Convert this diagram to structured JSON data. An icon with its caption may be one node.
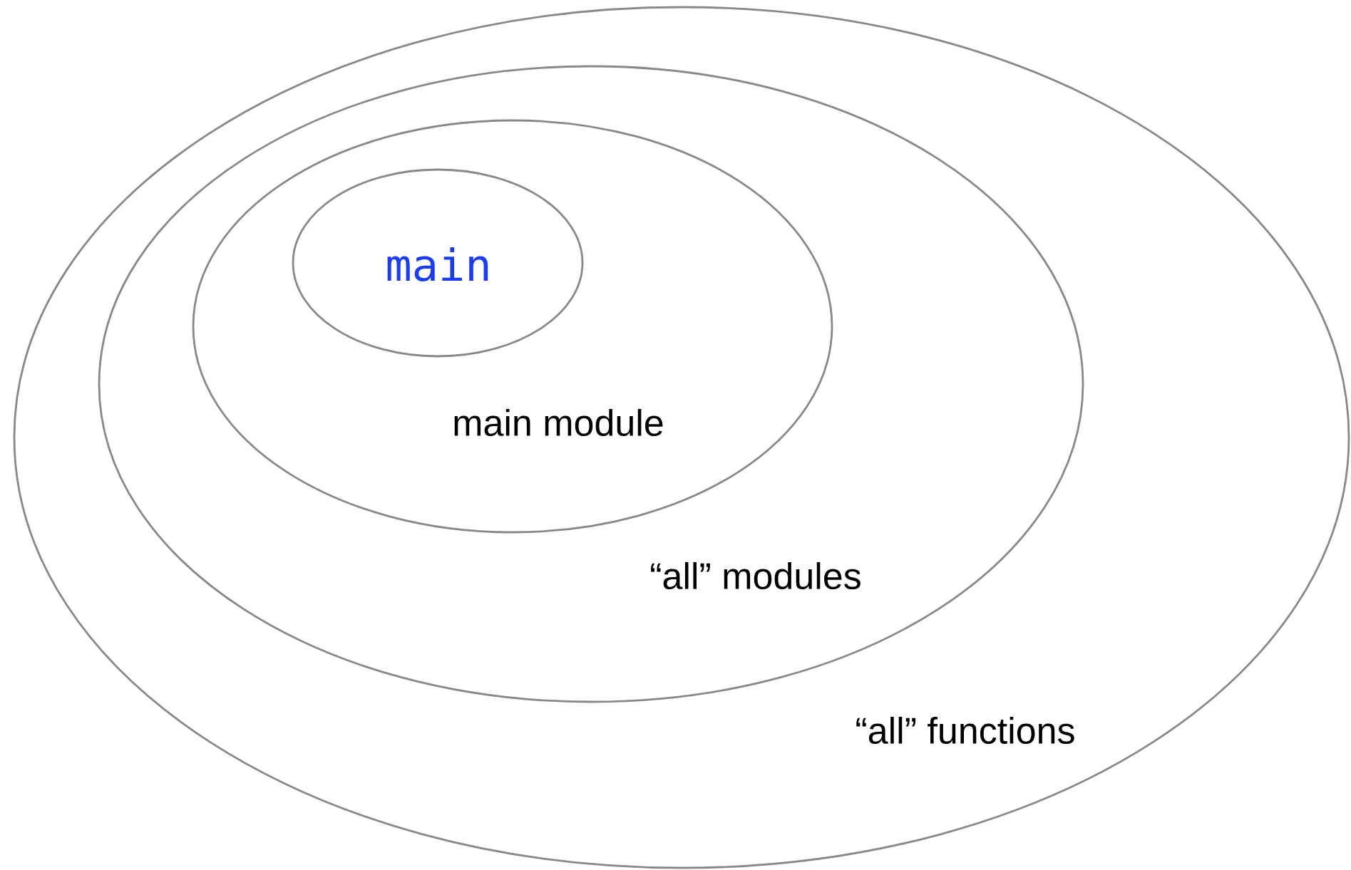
{
  "diagram": {
    "nodes": [
      {
        "text": [
          "“all” functions"
        ]
      },
      {
        "text": [
          "“all” modules"
        ],
        "in": 0
      },
      {
        "text": [
          "main module"
        ],
        "in": 1
      },
      {
        "text": [
          "main"
        ],
        "in": 2
      }
    ]
  }
}
